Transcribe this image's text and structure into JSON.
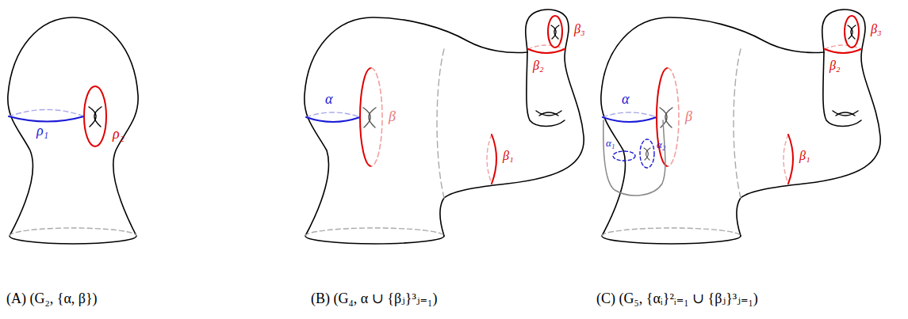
{
  "diagram": {
    "labels": [
      "ρ₁",
      "ρ₂",
      "α",
      "β",
      "β₂",
      "β₃",
      "β₁",
      "α",
      "β",
      "β₂",
      "β₃",
      "β₁",
      "α₁",
      "α₂",
      "(A) (G₂, {α, β})",
      "(B) (G₄, α ∪ {βⱼ}³ⱼ₌₁)",
      "(C) (G₅, {αᵢ}²ᵢ₌₁ ∪ {βⱼ}³ⱼ₌₁)"
    ]
  }
}
